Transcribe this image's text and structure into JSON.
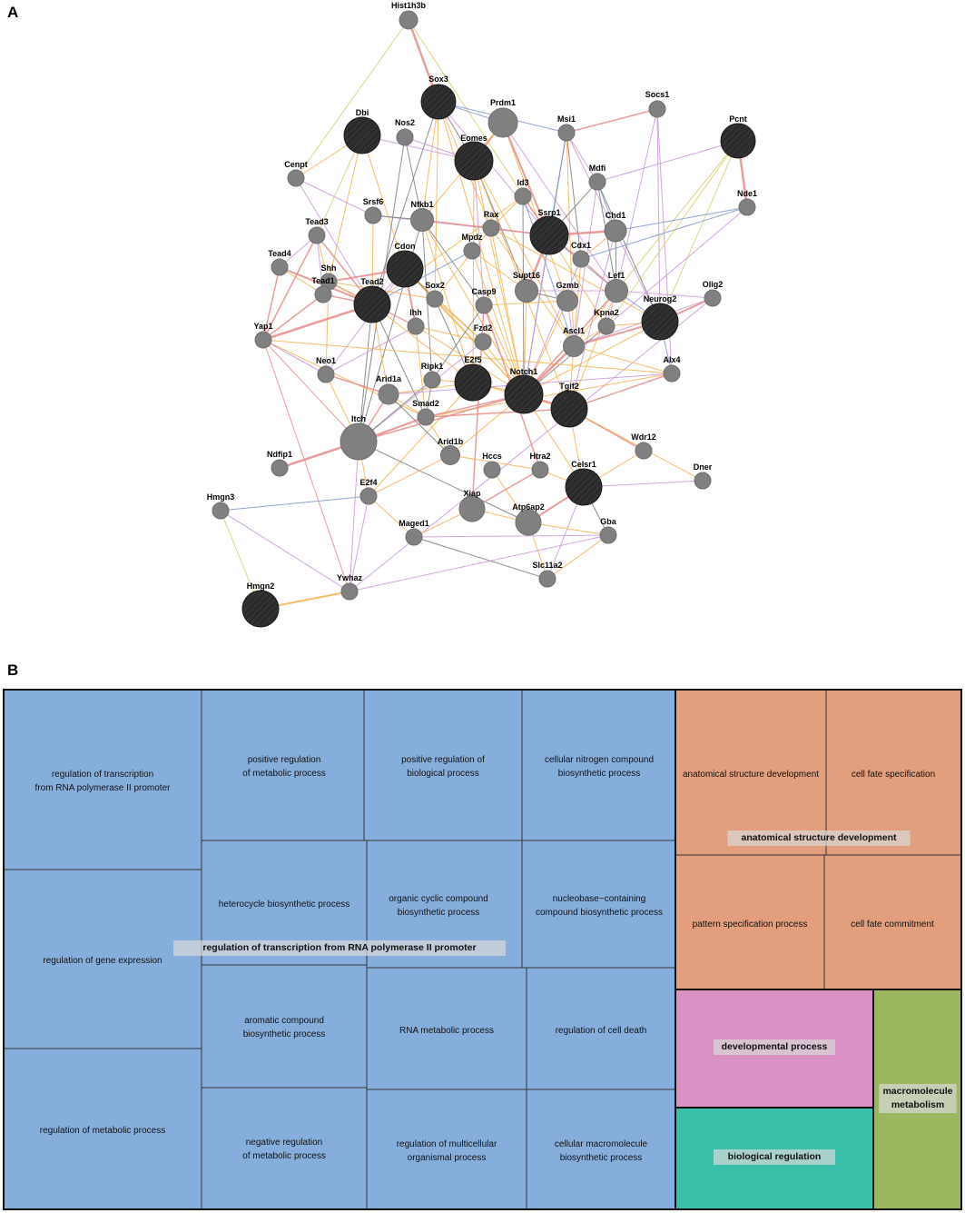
{
  "panels": {
    "a": "A",
    "b": "B"
  },
  "colors": {
    "node_query": "#2b2b2b",
    "node_other": "#808080",
    "edge_red": "#e8898a",
    "edge_orange": "#f3b24e",
    "edge_purple": "#c896d6",
    "edge_blue": "#7b96c9",
    "edge_gray": "#7a7a7a",
    "edge_yellow": "#d8cf6a",
    "tm_blue": "#86aedc",
    "tm_orange": "#e39e7d",
    "tm_pink": "#d990c2",
    "tm_teal": "#3abfaa",
    "tm_green": "#9cb85e"
  },
  "network": {
    "nodes": [
      {
        "id": "Hist1h3b",
        "type": "other"
      },
      {
        "id": "Sox3",
        "type": "query"
      },
      {
        "id": "Prdm1",
        "type": "other"
      },
      {
        "id": "Dbi",
        "type": "query"
      },
      {
        "id": "Nos2",
        "type": "other"
      },
      {
        "id": "Eomes",
        "type": "query"
      },
      {
        "id": "Msi1",
        "type": "other"
      },
      {
        "id": "Socs1",
        "type": "other"
      },
      {
        "id": "Pcnt",
        "type": "query"
      },
      {
        "id": "Cenpt",
        "type": "other"
      },
      {
        "id": "Mdfi",
        "type": "other"
      },
      {
        "id": "Id3",
        "type": "other"
      },
      {
        "id": "Nde1",
        "type": "other"
      },
      {
        "id": "Srsf6",
        "type": "other"
      },
      {
        "id": "Nfkb1",
        "type": "other"
      },
      {
        "id": "Ssrp1",
        "type": "query"
      },
      {
        "id": "Chd1",
        "type": "other"
      },
      {
        "id": "Rax",
        "type": "other"
      },
      {
        "id": "Tead3",
        "type": "other"
      },
      {
        "id": "Mpdz",
        "type": "other"
      },
      {
        "id": "Cdx1",
        "type": "other"
      },
      {
        "id": "Tead4",
        "type": "other"
      },
      {
        "id": "Shh",
        "type": "other"
      },
      {
        "id": "Cdon",
        "type": "query"
      },
      {
        "id": "Tead1",
        "type": "other"
      },
      {
        "id": "Tead2",
        "type": "query"
      },
      {
        "id": "Sox2",
        "type": "other"
      },
      {
        "id": "Supt16",
        "type": "other"
      },
      {
        "id": "Lef1",
        "type": "other"
      },
      {
        "id": "Olig2",
        "type": "other"
      },
      {
        "id": "Casp9",
        "type": "other"
      },
      {
        "id": "Gzmb",
        "type": "other"
      },
      {
        "id": "Neurog2",
        "type": "query"
      },
      {
        "id": "Kpna2",
        "type": "other"
      },
      {
        "id": "Yap1",
        "type": "other"
      },
      {
        "id": "Ihh",
        "type": "other"
      },
      {
        "id": "Fzd2",
        "type": "other"
      },
      {
        "id": "Ascl1",
        "type": "other"
      },
      {
        "id": "Neo1",
        "type": "other"
      },
      {
        "id": "Ripk1",
        "type": "other"
      },
      {
        "id": "E2f5",
        "type": "query"
      },
      {
        "id": "Alx4",
        "type": "other"
      },
      {
        "id": "Arid1a",
        "type": "other"
      },
      {
        "id": "Notch1",
        "type": "query"
      },
      {
        "id": "Tgif2",
        "type": "query"
      },
      {
        "id": "Smad2",
        "type": "other"
      },
      {
        "id": "Itch",
        "type": "other"
      },
      {
        "id": "Wdr12",
        "type": "other"
      },
      {
        "id": "Arid1b",
        "type": "other"
      },
      {
        "id": "Ndfip1",
        "type": "other"
      },
      {
        "id": "Hccs",
        "type": "other"
      },
      {
        "id": "Htra2",
        "type": "other"
      },
      {
        "id": "Celsr1",
        "type": "query"
      },
      {
        "id": "Dner",
        "type": "other"
      },
      {
        "id": "E2f4",
        "type": "other"
      },
      {
        "id": "Xiap",
        "type": "other"
      },
      {
        "id": "Hmgn3",
        "type": "other"
      },
      {
        "id": "Atp6ap2",
        "type": "other"
      },
      {
        "id": "Maged1",
        "type": "other"
      },
      {
        "id": "Gba",
        "type": "other"
      },
      {
        "id": "Slc11a2",
        "type": "other"
      },
      {
        "id": "Ywhaz",
        "type": "other"
      },
      {
        "id": "Hmgn2",
        "type": "query"
      }
    ]
  },
  "treemap": {
    "cells": [
      {
        "id": "c1",
        "group": "blue",
        "lines": [
          "regulation of transcription",
          "from RNA polymerase II promoter"
        ]
      },
      {
        "id": "c2",
        "group": "blue",
        "lines": [
          "regulation of gene expression"
        ]
      },
      {
        "id": "c3",
        "group": "blue",
        "lines": [
          "regulation of metabolic process"
        ]
      },
      {
        "id": "c4",
        "group": "blue",
        "lines": [
          "positive regulation",
          "of metabolic process"
        ]
      },
      {
        "id": "c5",
        "group": "blue",
        "lines": [
          "positive regulation of",
          "biological process"
        ]
      },
      {
        "id": "c6",
        "group": "blue",
        "lines": [
          "cellular nitrogen compound",
          "biosynthetic process"
        ]
      },
      {
        "id": "c7",
        "group": "blue",
        "lines": [
          "heterocycle biosynthetic process"
        ]
      },
      {
        "id": "c8",
        "group": "blue",
        "lines": [
          "organic cyclic compound",
          "biosynthetic process"
        ]
      },
      {
        "id": "c9",
        "group": "blue",
        "lines": [
          "nucleobase−containing",
          "compound biosynthetic process"
        ]
      },
      {
        "id": "c10",
        "group": "blue",
        "lines": [
          "aromatic compound",
          "biosynthetic process"
        ]
      },
      {
        "id": "c11",
        "group": "blue",
        "lines": [
          "RNA metabolic process"
        ]
      },
      {
        "id": "c12",
        "group": "blue",
        "lines": [
          "regulation of cell death"
        ]
      },
      {
        "id": "c13",
        "group": "blue",
        "lines": [
          "negative regulation",
          "of metabolic process"
        ]
      },
      {
        "id": "c14",
        "group": "blue",
        "lines": [
          "regulation of multicellular",
          "organismal process"
        ]
      },
      {
        "id": "c15",
        "group": "blue",
        "lines": [
          "cellular macromolecule",
          "biosynthetic process"
        ]
      },
      {
        "id": "c16",
        "group": "orange",
        "lines": [
          "anatomical structure development"
        ]
      },
      {
        "id": "c17",
        "group": "orange",
        "lines": [
          "cell fate specification"
        ]
      },
      {
        "id": "c18",
        "group": "orange",
        "lines": [
          "pattern specification process"
        ]
      },
      {
        "id": "c19",
        "group": "orange",
        "lines": [
          "cell fate commitment"
        ]
      },
      {
        "id": "c20",
        "group": "pink",
        "lines": []
      },
      {
        "id": "c21",
        "group": "teal",
        "lines": []
      },
      {
        "id": "c22",
        "group": "green",
        "lines": []
      }
    ],
    "group_labels": [
      {
        "id": "g_blue",
        "text": "regulation of transcription from RNA polymerase II promoter"
      },
      {
        "id": "g_orange",
        "text": "anatomical structure development"
      },
      {
        "id": "g_pink",
        "text": "developmental process"
      },
      {
        "id": "g_teal",
        "text": "biological regulation"
      },
      {
        "id": "g_green",
        "lines": [
          "macromolecule",
          "metabolism"
        ]
      }
    ]
  }
}
